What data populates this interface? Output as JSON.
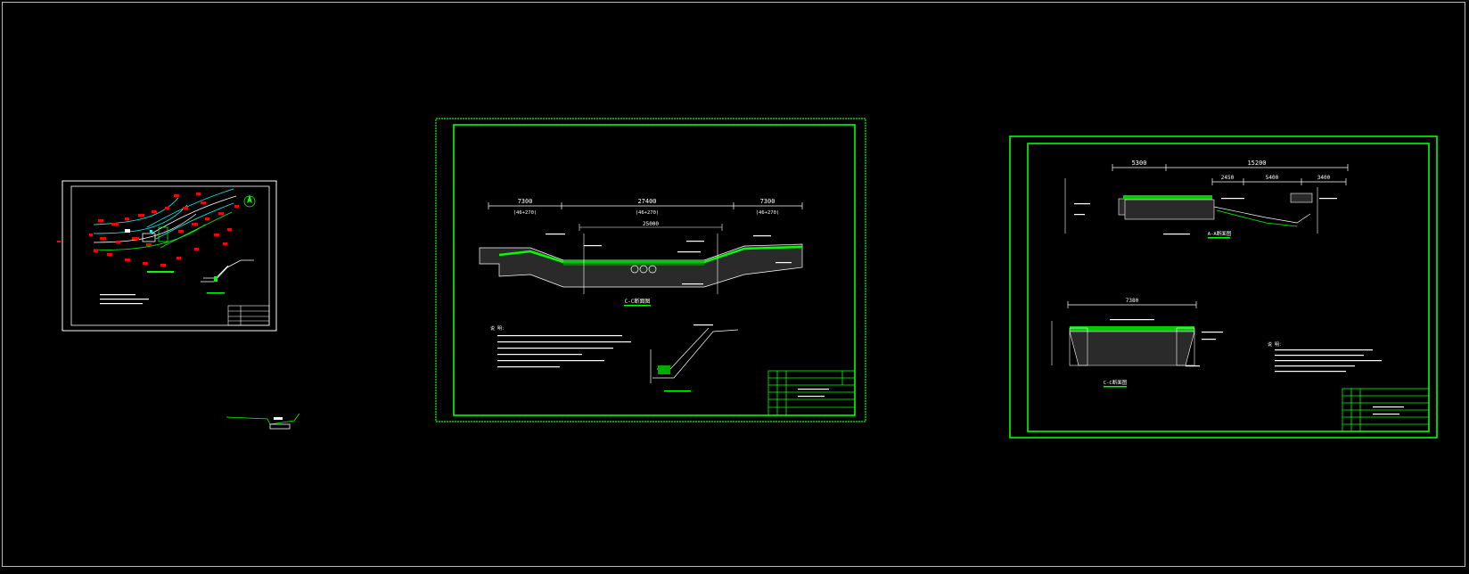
{
  "sheet2": {
    "dims_top": [
      "7300",
      "27400",
      "7300"
    ],
    "dims_sub": [
      "(46+270)",
      "(46+270)",
      "(46+270)"
    ],
    "dim_mid": "25000",
    "section_title": "C-C断面图",
    "notes_header": "说 明："
  },
  "sheet3": {
    "dims_top": [
      "5300",
      "15200"
    ],
    "dims_mid": [
      "2450",
      "5400",
      "3400"
    ],
    "section_a_title": "A-A断面图",
    "dim_lower": "7380",
    "section_b_title": "C-C断面图",
    "notes_header": "说 明："
  },
  "colors": {
    "background": "#000000",
    "frame_green": "#00ff00",
    "linework_white": "#ffffff",
    "annotation_red": "#ff0000",
    "annotation_cyan": "#00ffff"
  }
}
